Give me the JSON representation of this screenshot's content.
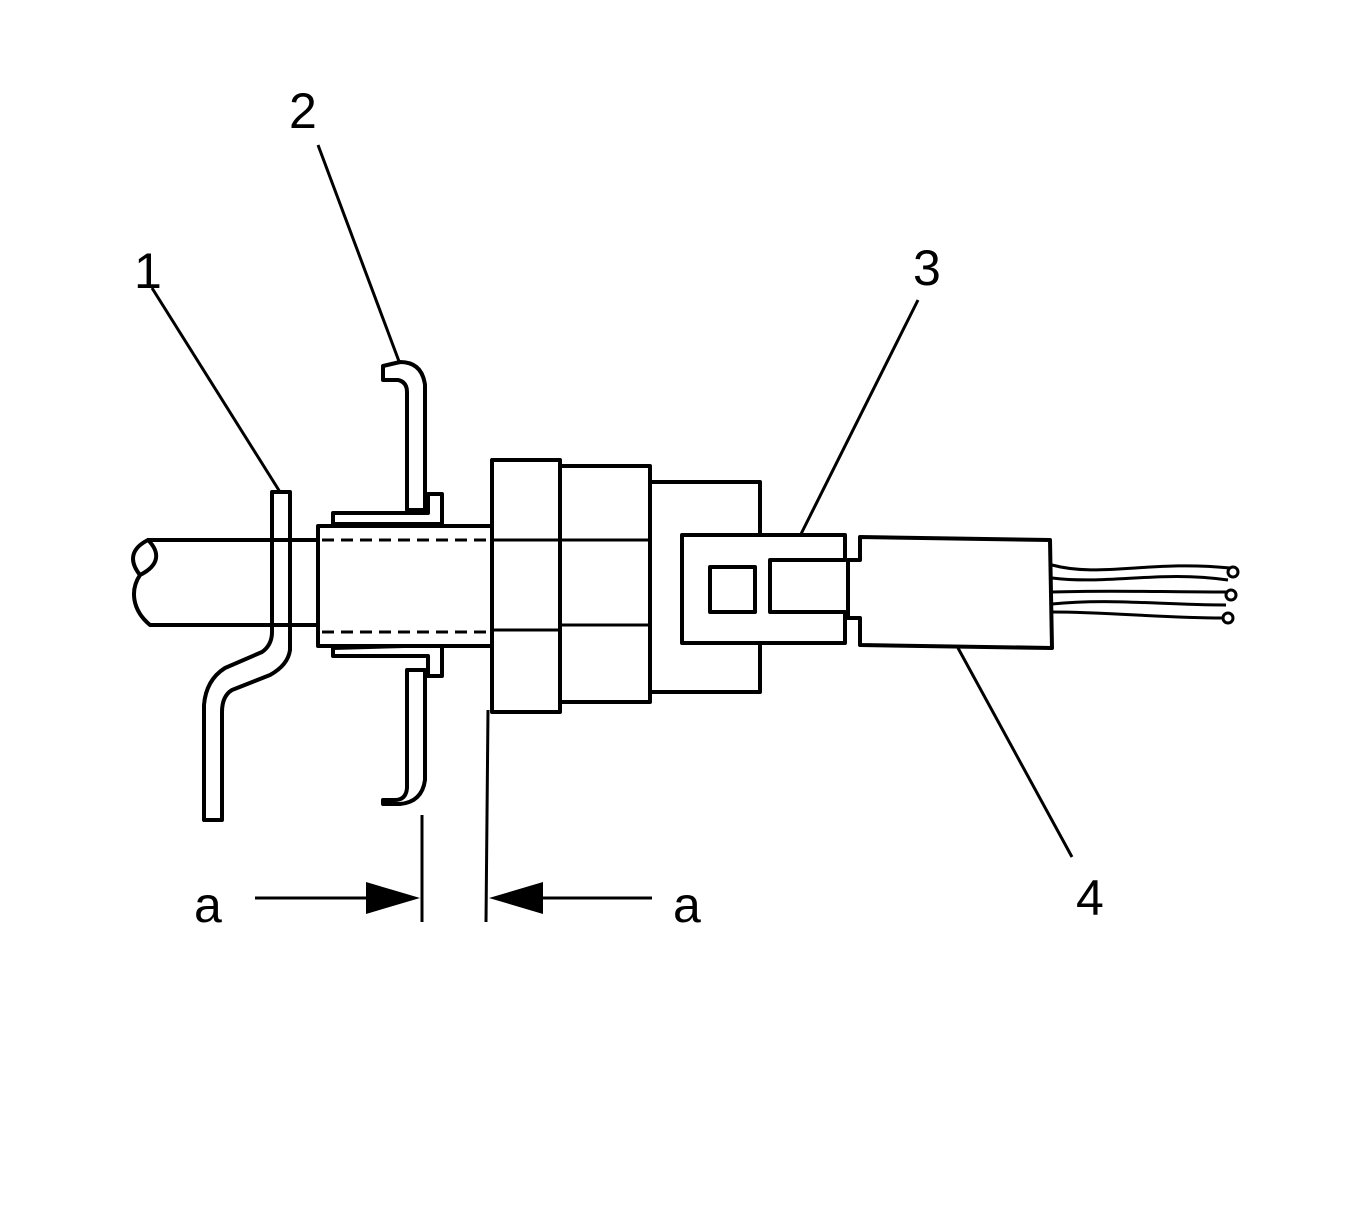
{
  "callouts": {
    "c1": "1",
    "c2": "2",
    "c3": "3",
    "c4": "4"
  },
  "dimension": {
    "left_label": "a",
    "right_label": "a"
  }
}
